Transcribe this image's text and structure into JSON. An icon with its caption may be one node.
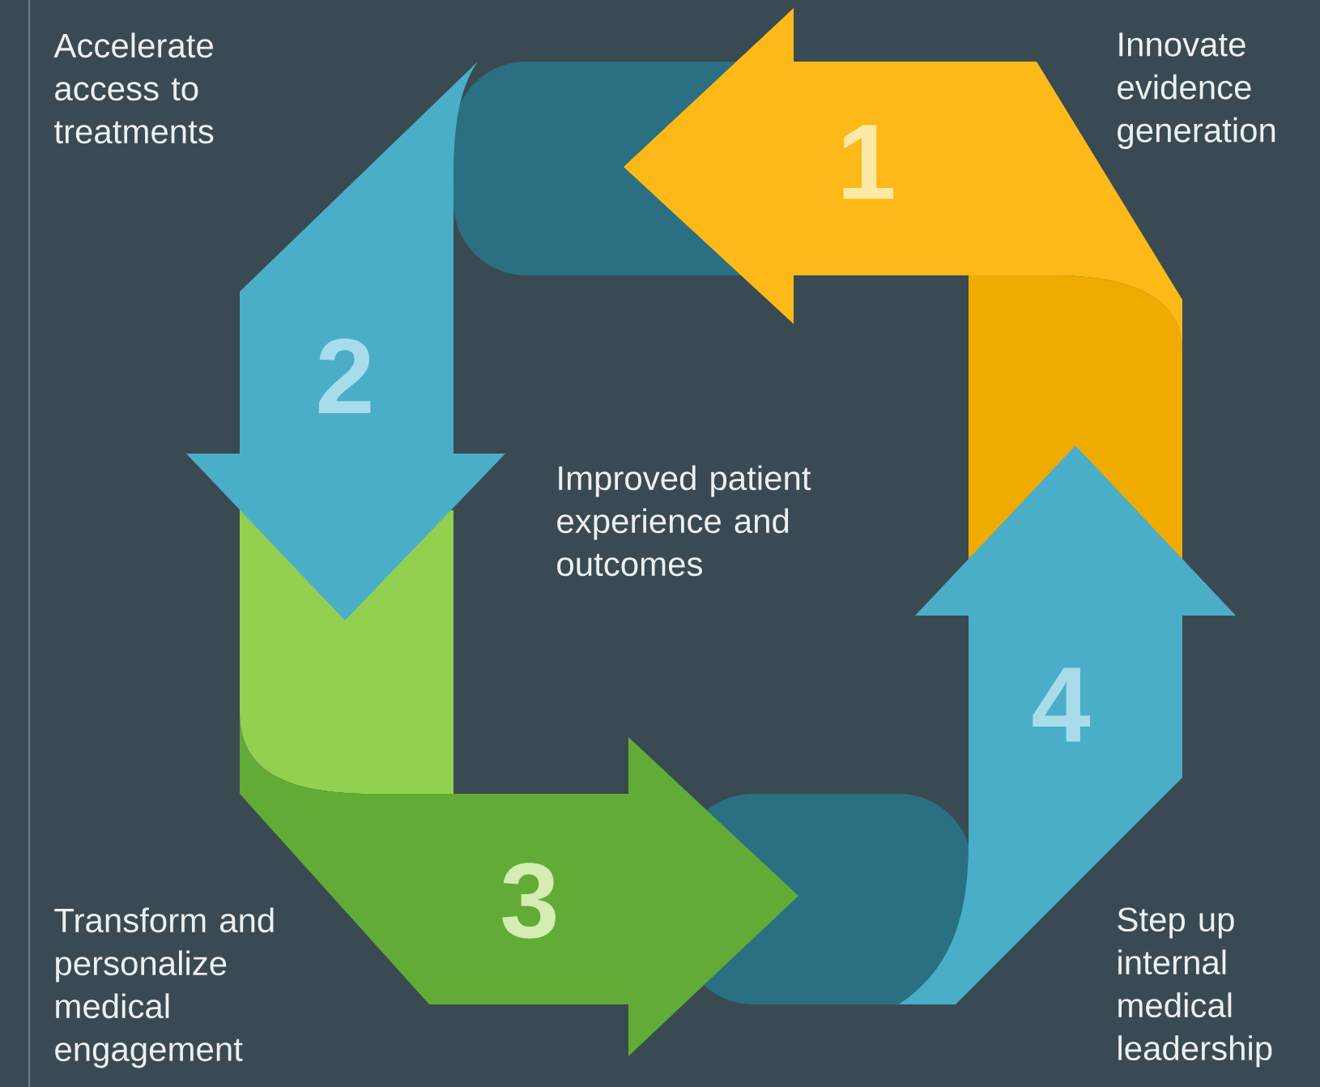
{
  "diagram": {
    "nodes": [
      {
        "text": [
          "1"
        ]
      },
      {
        "text": [
          "2"
        ]
      },
      {
        "text": [
          "3"
        ]
      },
      {
        "text": [
          "4"
        ]
      }
    ],
    "labels": [
      "Accelerate access to treatments",
      "Innovate evidence generation",
      "Improved patient experience and outcomes",
      "Transform and personalize medical engagement",
      "Step up internal medical leadership"
    ]
  }
}
